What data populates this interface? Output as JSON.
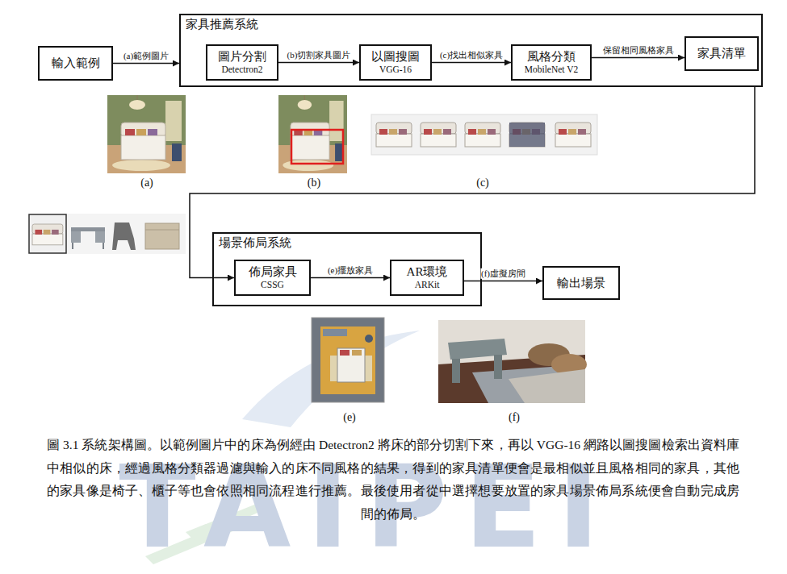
{
  "diagram": {
    "caption": "圖 3.1 系統架構圖。以範例圖片中的床為例經由 Detectron2 將床的部分切割下來，再以 VGG-16 網路以圖搜圖檢索出資料庫中相似的床，經過風格分類器過濾與輸入的床不同風格的結果，得到的家具清單便會是最相似並且風格相同的家具，其他的家具像是椅子、櫃子等也會依照相同流程進行推薦。最後使用者從中選擇想要放置的家具場景佈局系統便會自動完成房間的佈局。",
    "nodes": [
      {
        "text": [
          "輸入範例"
        ]
      },
      {
        "text": [
          "家具推薦系統"
        ]
      },
      {
        "text": [
          "圖片分割",
          "Detectron2"
        ],
        "in": 1
      },
      {
        "text": [
          "以圖搜圖",
          "VGG-16"
        ],
        "in": 1
      },
      {
        "text": [
          "風格分類",
          "MobileNet V2"
        ],
        "in": 1
      },
      {
        "text": [
          "家具清單"
        ],
        "in": 1
      },
      {
        "text": [
          "場景佈局系統"
        ]
      },
      {
        "text": [
          "佈局家具",
          "CSSG"
        ],
        "in": 6
      },
      {
        "text": [
          "AR環境",
          "ARKit"
        ],
        "in": 6
      },
      {
        "text": [
          "輸出場景"
        ]
      }
    ],
    "edges": [
      {
        "from": 0,
        "to": 1,
        "label": "(a)範例圖片",
        "arrow": "to"
      },
      {
        "from": 2,
        "to": 3,
        "label": "(b)切割家具圖片",
        "arrow": "to"
      },
      {
        "from": 3,
        "to": 4,
        "label": "(c)找出相似家具",
        "arrow": "to"
      },
      {
        "from": 4,
        "to": 5,
        "label": "保留相同風格家具",
        "arrow": "to"
      },
      {
        "from": 1,
        "to": 7,
        "arrow": "to"
      },
      {
        "from": 7,
        "to": 8,
        "label": "(e)擺放家具",
        "arrow": "to"
      },
      {
        "from": 8,
        "to": 9,
        "label": "(f)虛擬房間",
        "arrow": "to"
      }
    ],
    "labels": [
      "(a)",
      "(b)",
      "(c)",
      "(e)",
      "(f)",
      "TAIPEI"
    ]
  }
}
